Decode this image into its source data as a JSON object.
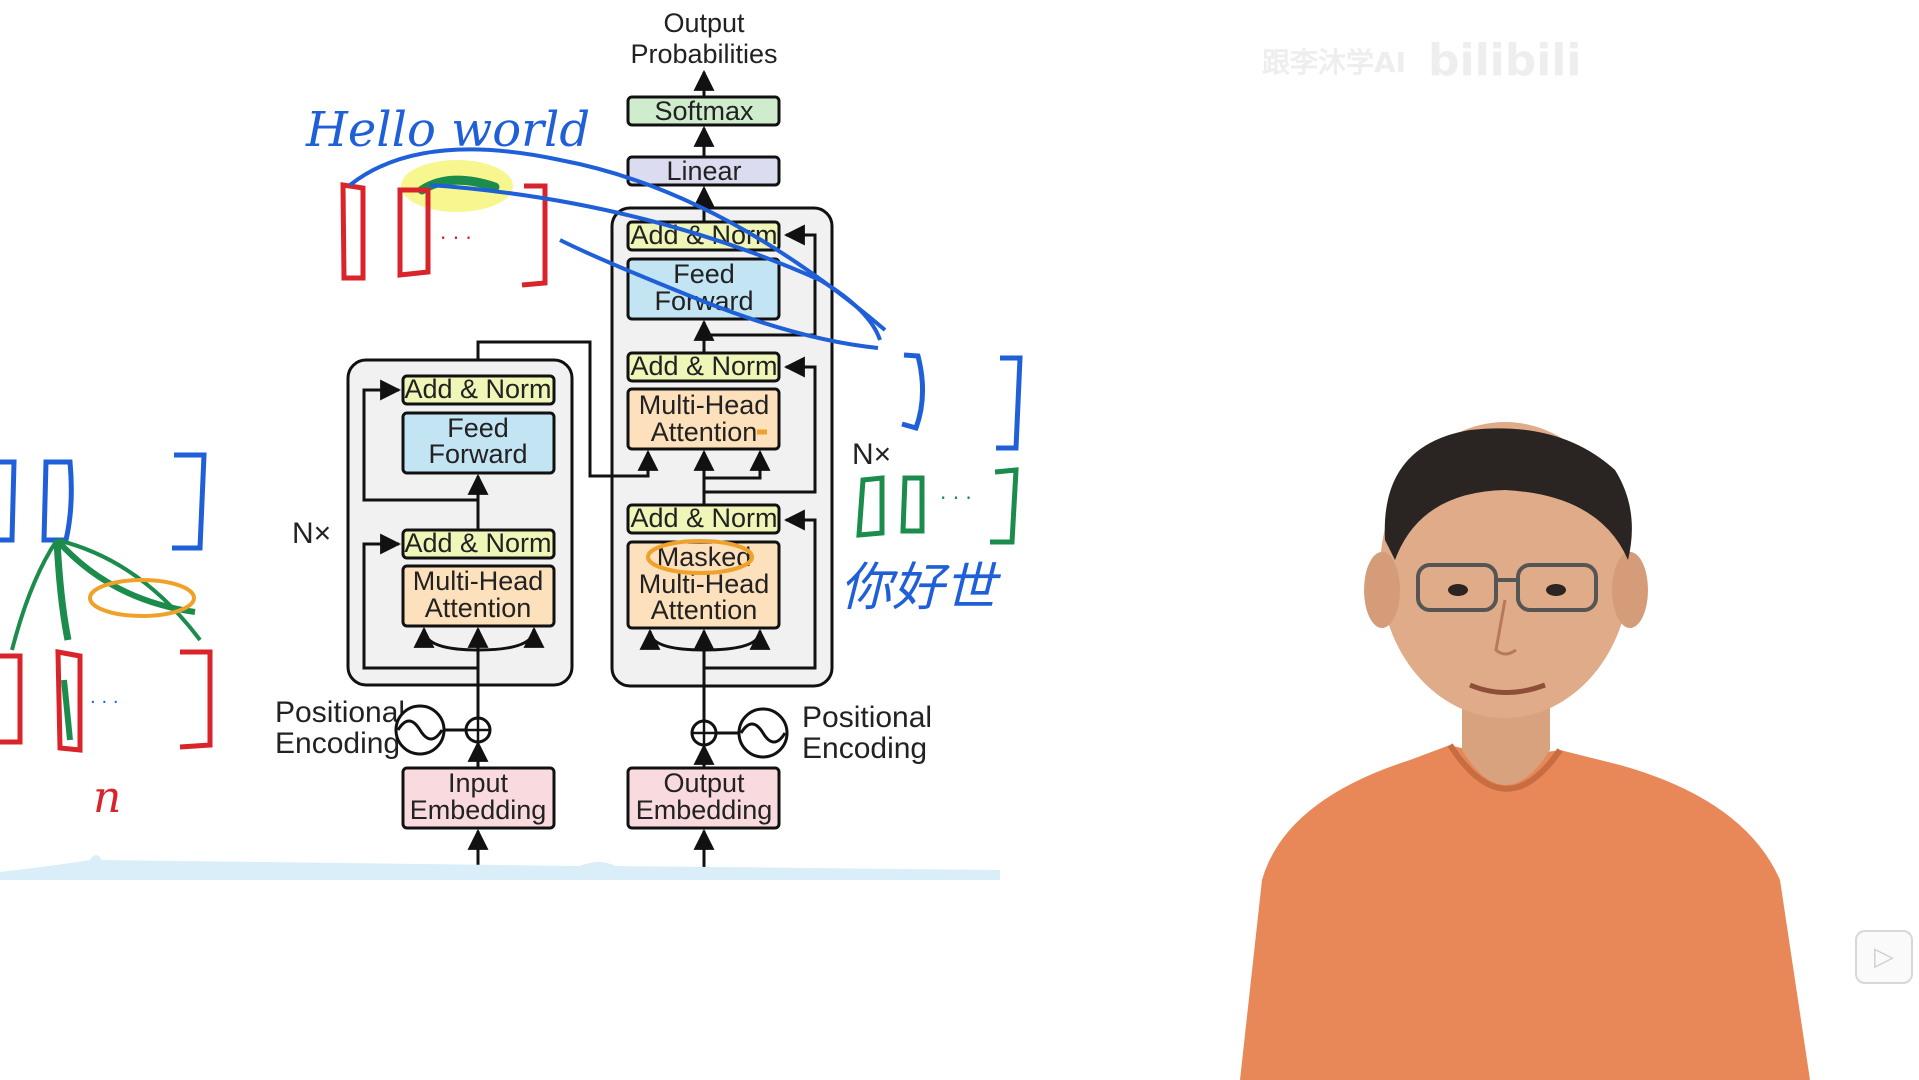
{
  "diagram": {
    "output_label_line1": "Output",
    "output_label_line2": "Probabilities",
    "softmax": "Softmax",
    "linear": "Linear",
    "add_norm": "Add & Norm",
    "feed_line1": "Feed",
    "feed_line2": "Forward",
    "mha_line1": "Multi-Head",
    "mha_line2": "Attention",
    "masked": "Masked",
    "nx": "N×",
    "pos_line1": "Positional",
    "pos_line2": "Encoding",
    "input_emb_line1": "Input",
    "input_emb_line2": "Embedding",
    "output_emb_line1": "Output",
    "output_emb_line2": "Embedding"
  },
  "annotations": {
    "hello_world": "Hello world",
    "chinese": "你好世",
    "ellipsis": "· · ·",
    "n_letter": "n"
  },
  "watermark": {
    "channel": "跟李沐学AI",
    "brand": "bilibili"
  },
  "colors": {
    "softmax": "#cfeccd",
    "linear": "#dcdcf0",
    "add_norm": "#f0f5b8",
    "feed_forward": "#c3e4f2",
    "attention": "#fde0bc",
    "embedding": "#f9dade",
    "block_bg": "#f1f1f1",
    "ink_blue": "#1f5fd8",
    "ink_red": "#d8242a",
    "ink_green": "#1c8c4c",
    "ink_orange": "#f0a12a",
    "highlight": "#f6f36a",
    "shirt": "#e88757"
  }
}
